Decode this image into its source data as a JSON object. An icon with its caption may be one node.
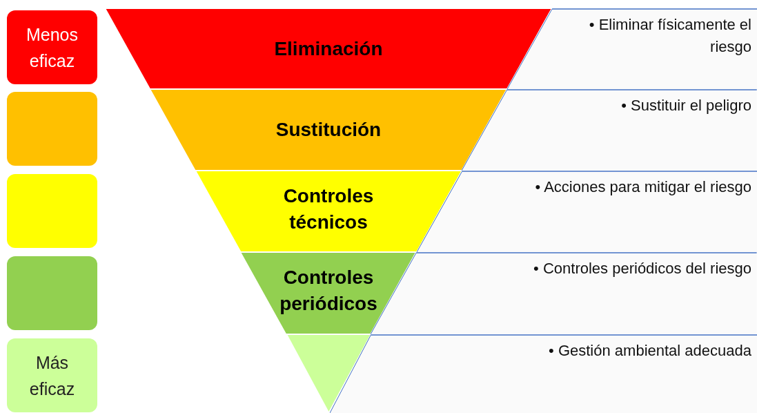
{
  "diagram": {
    "nodes": [
      {
        "text": [
          "Menos eficaz"
        ]
      },
      {
        "text": [],
        "shape": "box"
      },
      {
        "text": [],
        "shape": "box"
      },
      {
        "text": [],
        "shape": "box"
      },
      {
        "text": [
          "Más eficaz"
        ]
      },
      {
        "text": [
          "Eliminación"
        ]
      },
      {
        "text": [
          "Sustitución"
        ]
      },
      {
        "text": [
          "Controles técnicos"
        ]
      },
      {
        "text": [
          "Controles periódicos"
        ]
      },
      {
        "text": [],
        "shape": "triangle"
      },
      {
        "text": [
          "• Eliminar físicamente el riesgo"
        ]
      },
      {
        "text": [
          "• Sustituir el peligro"
        ]
      },
      {
        "text": [
          "• Acciones para mitigar el riesgo"
        ]
      },
      {
        "text": [
          "• Controles periódicos del riesgo"
        ]
      },
      {
        "text": [
          "• Gestión ambiental adecuada"
        ]
      }
    ],
    "edges": []
  }
}
